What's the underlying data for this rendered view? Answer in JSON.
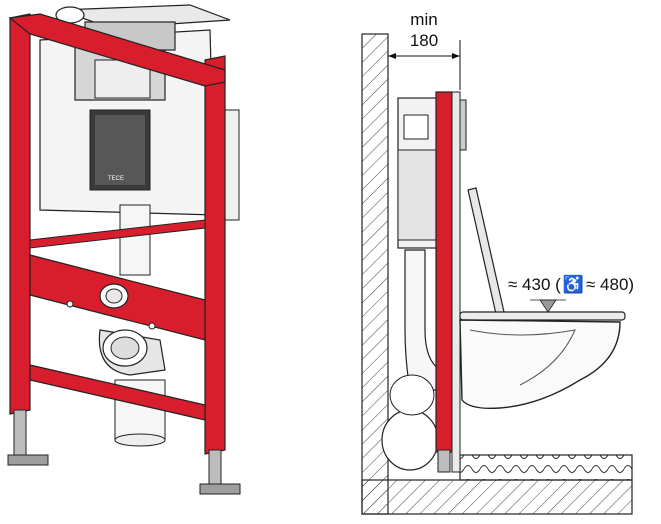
{
  "labels": {
    "min_label": "min",
    "depth_value": "180",
    "seat_height_text": "≈ 430 (",
    "accessible_symbol": "♿",
    "accessible_height_text": "≈ 480)"
  },
  "frame_brand_text": "TECE",
  "units_note_icon": "wheelchair-icon",
  "colors": {
    "frame_red": "#d81e2c",
    "outline": "#1a1a1a",
    "wall_hatch": "#555555",
    "grey_part": "#bdbdbd"
  }
}
